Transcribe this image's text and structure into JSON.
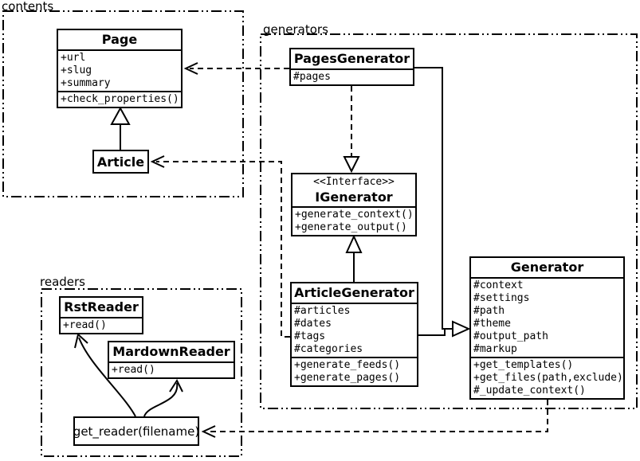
{
  "packages": {
    "contents": {
      "label": "contents"
    },
    "generators": {
      "label": "generators"
    },
    "readers": {
      "label": "readers"
    }
  },
  "classes": {
    "page": {
      "title": "Page",
      "attributes": [
        "+url",
        "+slug",
        "+summary"
      ],
      "methods": [
        "+check_properties()"
      ]
    },
    "article": {
      "title": "Article"
    },
    "pages_generator": {
      "title": "PagesGenerator",
      "attributes": [
        "#pages"
      ]
    },
    "igenerator": {
      "stereotype": "<<Interface>>",
      "title": "IGenerator",
      "methods": [
        "+generate_context()",
        "+generate_output()"
      ]
    },
    "article_generator": {
      "title": "ArticleGenerator",
      "attributes": [
        "#articles",
        "#dates",
        "#tags",
        "#categories"
      ],
      "methods": [
        "+generate_feeds()",
        "+generate_pages()"
      ]
    },
    "generator": {
      "title": "Generator",
      "attributes": [
        "#context",
        "#settings",
        "#path",
        "#theme",
        "#output_path",
        "#markup"
      ],
      "methods": [
        "+get_templates()",
        "+get_files(path,exclude)",
        "#_update_context()"
      ]
    },
    "rst_reader": {
      "title": "RstReader",
      "methods": [
        "+read()"
      ]
    },
    "markdown_reader": {
      "title": "MardownReader",
      "methods": [
        "+read()"
      ]
    },
    "get_reader": {
      "label": "get_reader(filename)"
    }
  },
  "relationships": [
    {
      "from": "Article",
      "to": "Page",
      "type": "inheritance"
    },
    {
      "from": "PagesGenerator",
      "to": "Page",
      "type": "dependency"
    },
    {
      "from": "ArticleGenerator",
      "to": "Article",
      "type": "dependency"
    },
    {
      "from": "PagesGenerator",
      "to": "IGenerator",
      "type": "realization"
    },
    {
      "from": "ArticleGenerator",
      "to": "IGenerator",
      "type": "realization"
    },
    {
      "from": "PagesGenerator",
      "to": "Generator",
      "type": "inheritance"
    },
    {
      "from": "ArticleGenerator",
      "to": "Generator",
      "type": "inheritance"
    },
    {
      "from": "Generator",
      "to": "get_reader(filename)",
      "type": "dependency"
    },
    {
      "from": "get_reader(filename)",
      "to": "RstReader",
      "type": "flow"
    },
    {
      "from": "get_reader(filename)",
      "to": "MardownReader",
      "type": "flow"
    }
  ],
  "colors": {
    "line": "#000000",
    "background": "#ffffff"
  }
}
